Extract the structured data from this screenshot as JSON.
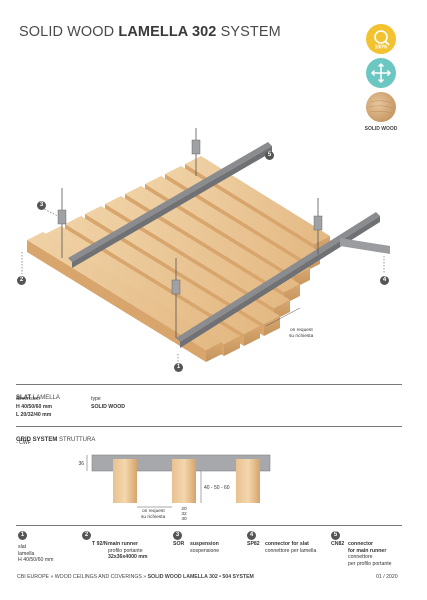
{
  "header": {
    "title_prefix": "SOLID WOOD ",
    "title_bold": "LAMELLA 302",
    "title_suffix": " SYSTEM"
  },
  "badges": {
    "percent_badge": "100%",
    "wood_label": "SOLID WOOD",
    "colors": {
      "yellow": "#f2c230",
      "teal": "#6cc7c2",
      "wood": "#d4a877"
    }
  },
  "illustration": {
    "markers": [
      "1",
      "2",
      "3",
      "4",
      "5"
    ],
    "on_request": "on request",
    "su_richiesta": "su richiesta"
  },
  "slat_section": {
    "title_bold": "SLAT",
    "title_light": " LAMELLA",
    "dimension_label": "dimension",
    "dimension_h": "H 40/50/60 mm",
    "dimension_l": "L 20/32/40 mm",
    "type_label": "type",
    "type_value": "SOLID WOOD"
  },
  "grid_section": {
    "title_bold": "GRID SYSTEM",
    "title_light": " STRUTTURA",
    "cwf": "- CWF",
    "dim_36": "36",
    "dim_height": "40 - 50 - 60",
    "on_request": "on request",
    "su_richiesta": "su richiesta",
    "widths": [
      "20",
      "32",
      "40"
    ]
  },
  "components": [
    {
      "num": "1",
      "code": "",
      "lines": [
        "slat",
        "lamella",
        "H 40/50/60 mm"
      ]
    },
    {
      "num": "2",
      "code": "T 92/N",
      "lines": [
        "main runner",
        "profilo portante",
        "32x36x4000 mm"
      ]
    },
    {
      "num": "3",
      "code": "SOR",
      "lines": [
        "suspension",
        "sospensione"
      ]
    },
    {
      "num": "4",
      "code": "SP82",
      "lines": [
        "connector for slat",
        "connettore per lamella"
      ]
    },
    {
      "num": "5",
      "code": "CN82",
      "lines": [
        "connector",
        "for main runner",
        "connettore",
        "per profilo portante"
      ]
    }
  ],
  "footer": {
    "left_prefix": "CBI EUROPE » WOOD CEILINGS AND COVERINGS » ",
    "left_bold": "SOLID WOOD LAMELLA 302 • 504 SYSTEM",
    "right": "01 / 2020"
  }
}
